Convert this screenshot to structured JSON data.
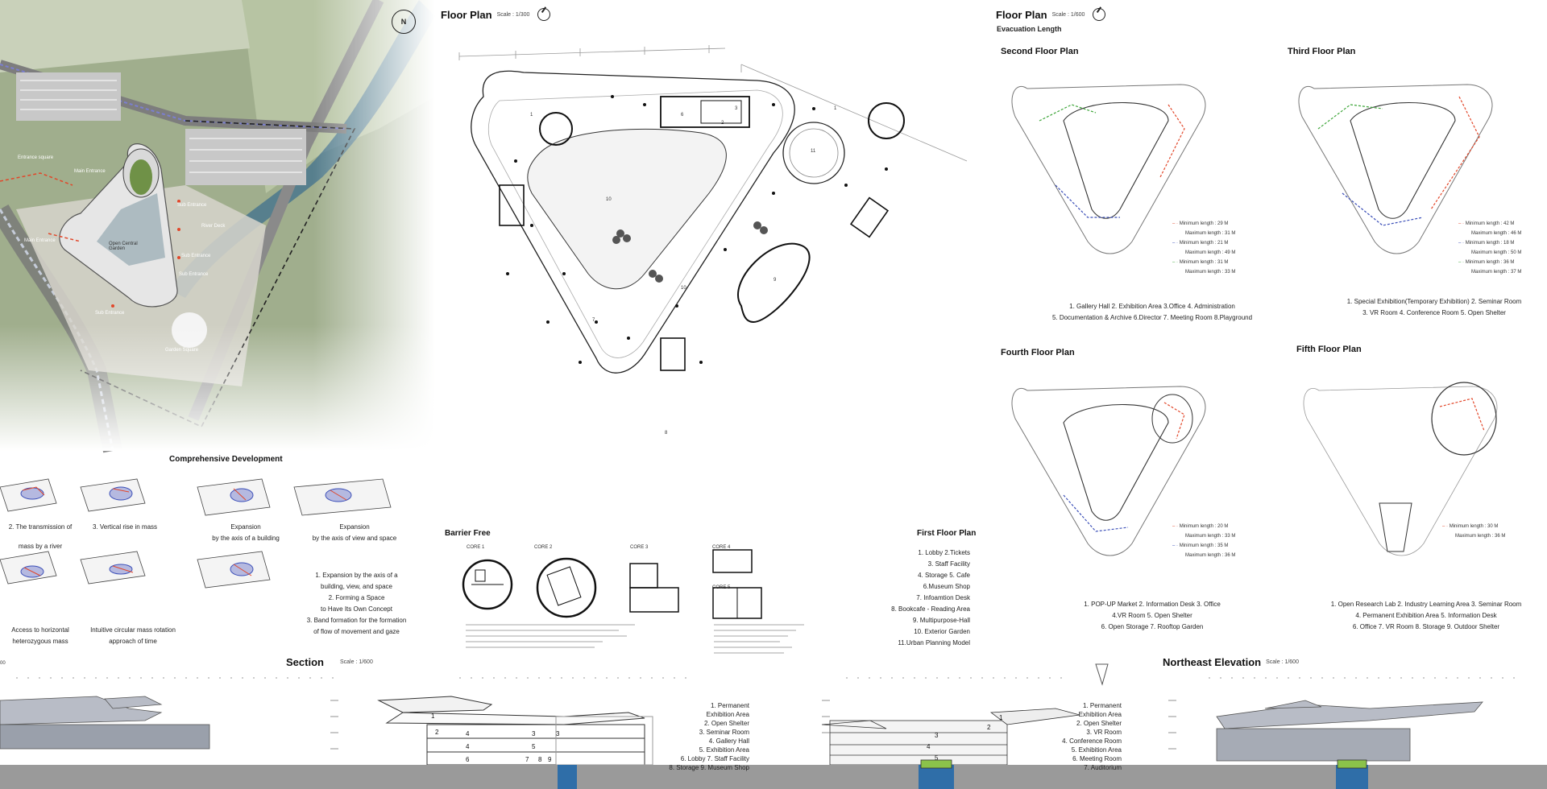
{
  "site": {
    "north_label": "N",
    "labels": [
      "Entrance square",
      "Main Entrance",
      "Sub Entrance",
      "Main Entrance",
      "Open Central Garden",
      "Sub Entrance",
      "Garden Square",
      "River Deck",
      "Sub Entrance",
      "Sub Entrance"
    ]
  },
  "ground_floor": {
    "title": "Floor Plan",
    "scale": "Scale : 1/300",
    "room_numbers": [
      "1",
      "1",
      "2",
      "3",
      "6",
      "11",
      "10",
      "10",
      "9",
      "7",
      "8"
    ]
  },
  "evacuation": {
    "title": "Floor Plan",
    "scale": "Scale : 1/600",
    "subtitle": "Evacuation Length",
    "plans": [
      {
        "name": "Second Floor Plan",
        "legend": [
          {
            "text": "Minimum length : 29 M",
            "color": "#e2472a"
          },
          {
            "text": "Maximum length : 31 M",
            "color": "#e2472a"
          },
          {
            "text": "Minimum length : 21 M",
            "color": "#3b4fb8"
          },
          {
            "text": "Maximum length : 49 M",
            "color": "#3b4fb8"
          },
          {
            "text": "Minimum length : 31 M",
            "color": "#3fa63a"
          },
          {
            "text": "Maximum length : 33 M",
            "color": "#3fa63a"
          }
        ],
        "caption": [
          "1. Gallery Hall 2. Exhibition Area 3.Office 4. Administration",
          "5. Documentation & Archive 6.Director 7. Meeting Room 8.Playground"
        ]
      },
      {
        "name": "Third Floor Plan",
        "legend": [
          {
            "text": "Minimum length : 42 M",
            "color": "#e2472a"
          },
          {
            "text": "Maximum length : 46 M",
            "color": "#e2472a"
          },
          {
            "text": "Minimum length : 18 M",
            "color": "#3b4fb8"
          },
          {
            "text": "Maximum length : 50 M",
            "color": "#3b4fb8"
          },
          {
            "text": "Minimum length : 36 M",
            "color": "#3fa63a"
          },
          {
            "text": "Maximum length : 37 M",
            "color": "#3fa63a"
          }
        ],
        "caption": [
          "1. Special Exhibition(Temporary Exhibition) 2. Seminar Room",
          "3. VR Room 4. Conference Room 5. Open Shelter"
        ]
      },
      {
        "name": "Fourth Floor Plan",
        "legend": [
          {
            "text": "Minimum length : 20 M",
            "color": "#e2472a"
          },
          {
            "text": "Maximum length : 33 M",
            "color": "#e2472a"
          },
          {
            "text": "Minimum length : 35 M",
            "color": "#3b4fb8"
          },
          {
            "text": "Maximum length : 36 M",
            "color": "#3b4fb8"
          }
        ],
        "caption": [
          "1. POP-UP Market 2. Information Desk 3. Office",
          "4.VR Room 5. Open Shelter",
          "6. Open Storage 7. Rooftop Garden"
        ]
      },
      {
        "name": "Fifth Floor Plan",
        "legend": [
          {
            "text": "Minimum length : 30 M",
            "color": "#e2472a"
          },
          {
            "text": "Maximum length : 36 M",
            "color": "#e2472a"
          }
        ],
        "caption": [
          "1. Open Research Lab 2. Industry Learning Area 3. Seminar Room",
          "4. Permanent Exhibition Area 5. Information Desk",
          "6. Office 7. VR Room 8. Storage 9. Outdoor Shelter"
        ]
      }
    ]
  },
  "development": {
    "title": "Comprehensive Development",
    "steps": [
      {
        "caption": [
          "2. The transmission of",
          "mass by a river"
        ]
      },
      {
        "caption": [
          "3. Vertical rise in mass"
        ]
      },
      {
        "caption": [
          "Expansion",
          "by the axis of a building"
        ]
      },
      {
        "caption": [
          "Expansion",
          "by the axis of view and space"
        ]
      },
      {
        "caption": [
          "Access to horizontal",
          "heterozygous mass"
        ]
      },
      {
        "caption": [
          "Intuitive circular mass rotation",
          "approach of time"
        ]
      }
    ],
    "concept": [
      "1. Expansion by the axis of a",
      "building, view, and space",
      "2. Forming a Space",
      "to Have Its Own Concept",
      "3. Band formation for the formation",
      "of flow of movement and gaze"
    ]
  },
  "barrier_free": {
    "title": "Barrier Free",
    "cores": [
      "CORE 1",
      "CORE 2",
      "CORE 3",
      "CORE 4",
      "CORE 5"
    ]
  },
  "first_floor": {
    "title": "First Floor Plan",
    "items": [
      "1. Lobby 2.Tickets",
      "3. Staff Facility",
      "4. Storage 5. Cafe",
      "6.Museum Shop",
      "7. Infoamtion Desk",
      "8. Bookcafe - Reading Area",
      "9. Multipurpose-Hall",
      "10. Exterior Garden",
      "11.Urban Planning Model"
    ]
  },
  "section": {
    "title": "Section",
    "scale": "Scale : 1/600",
    "left_cut": "00",
    "legend": [
      "1. Permanent",
      "Exhibition Area",
      "2. Open Shelter",
      "3. Seminar Room",
      "4. Gallery Hall",
      "5. Exhibition Area",
      "6. Lobby 7. Staff Facility",
      "8. Storage 9. Museum Shop"
    ]
  },
  "elevation": {
    "title": "Northeast Elevation",
    "scale": "Scale : 1/600",
    "legend": [
      "1. Permanent",
      "Exhibition Area",
      "2. Open Shelter",
      "3. VR Room",
      "4. Conference Room",
      "5. Exhibition Area",
      "6. Meeting Room",
      "7. Auditorium"
    ]
  },
  "colors": {
    "ground": "#9a9a9a",
    "water": "#2f6ea8",
    "evac_red": "#e2472a",
    "evac_blue": "#3b4fb8",
    "evac_green": "#3fa63a",
    "site_green": "#8fa671"
  }
}
